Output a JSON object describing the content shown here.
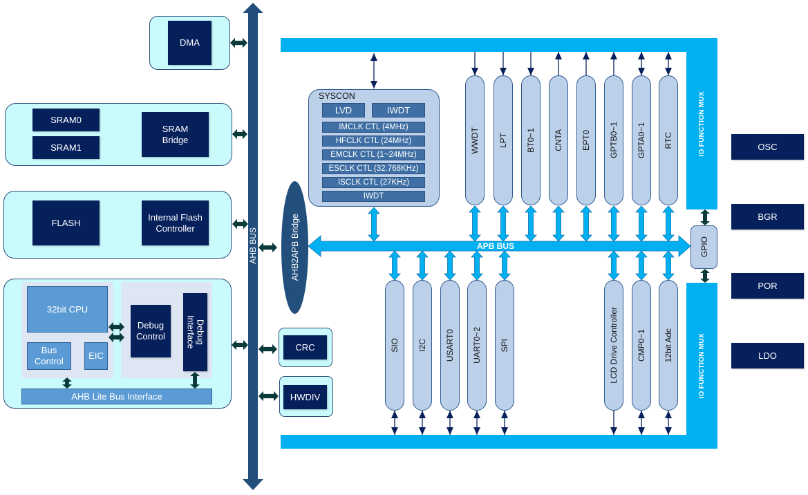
{
  "diagram": {
    "ahb_bus_label": "AHB BUS",
    "apb_bus_label": "APB BUS",
    "bridge_label": "AHB2APB Bridge",
    "io_function_mux_label": "IO FUNCTION MUX",
    "gpio_label": "GPIO",
    "left_blocks": {
      "dma": "DMA",
      "sram0": "SRAM0",
      "sram1": "SRAM1",
      "sram_bridge": "SRAM Bridge",
      "flash": "FLASH",
      "flash_controller": "Internal Flash Controller",
      "cpu": "32bit CPU",
      "bus_control": "Bus Control",
      "eic": "EIC",
      "debug_control": "Debug Control",
      "debug_interface": "Debug Interface",
      "ahb_lite": "AHB Lite Bus Interface"
    },
    "ahb_peripherals": {
      "crc": "CRC",
      "hwdiv": "HWDIV"
    },
    "syscon": {
      "title": "SYSCON",
      "lvd": "LVD",
      "iwdt_top": "IWDT",
      "rows": [
        "IMCLK CTL (4MHz)",
        "HFCLK CTL (24MHz)",
        "EMCLK CTL (1~24MHz)",
        "ESCLK CTL (32.768KHz)",
        "ISCLK CTL (27KHz)",
        "IWDT"
      ]
    },
    "upper_peripherals": [
      {
        "label": "WWDT",
        "io": "in"
      },
      {
        "label": "LPT",
        "io": "in"
      },
      {
        "label": "BT0~1",
        "io": "in"
      },
      {
        "label": "CNTA",
        "io": "out"
      },
      {
        "label": "EPT0",
        "io": "out"
      },
      {
        "label": "GPTB0~1",
        "io": "out"
      },
      {
        "label": "GPTA0~1",
        "io": "bidir"
      },
      {
        "label": "RTC",
        "io": "bidir"
      }
    ],
    "lower_left_peripherals": [
      {
        "label": "SIO",
        "io": "bidir"
      },
      {
        "label": "I2C",
        "io": "bidir"
      },
      {
        "label": "USART0",
        "io": "bidir"
      },
      {
        "label": "UART0~2",
        "io": "bidir"
      },
      {
        "label": "SPI",
        "io": "bidir"
      }
    ],
    "lower_right_peripherals": [
      {
        "label": "LCD Drive Controller",
        "io": "out"
      },
      {
        "label": "CMP0~1",
        "io": "bidir"
      },
      {
        "label": "12bit Adc",
        "io": "bidir"
      }
    ],
    "analog_blocks": [
      "OSC",
      "BGR",
      "POR",
      "LDO"
    ],
    "colors": {
      "navy": "#06205c",
      "ahb_bus": "#224f7c",
      "apb_bus": "#00b0f0",
      "group_fill": "#c9fbfd",
      "peripheral_fill": "#bcd0ea",
      "arrow_dark": "#0a3a3a"
    }
  }
}
